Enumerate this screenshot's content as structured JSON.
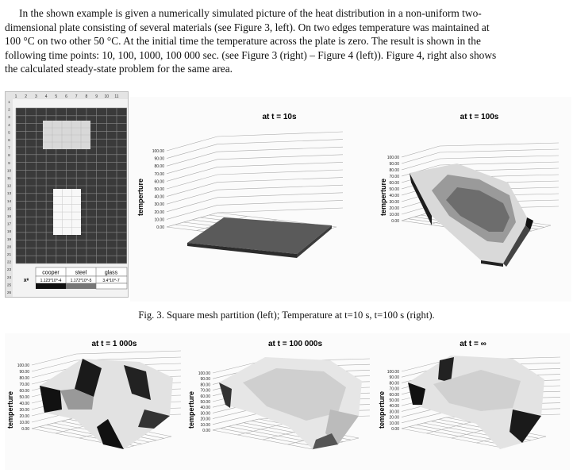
{
  "paragraph": {
    "line1": "In the shown example is given a numerically simulated picture of the heat distribution in a non-uniform two-",
    "line2": "dimensional plate consisting of several materials (see Figure 3, left). On two edges temperature was maintained at",
    "line3": "100 °C on two other 50 °C. At the initial time the temperature across the plate is zero. The result is shown in the",
    "line4": "following time points: 10, 100, 1000, 100 000 sec. (see Figure 3 (right) – Figure 4 (left)). Figure 4, right also shows",
    "line5": "the calculated steady-state problem for the same area."
  },
  "figure3": {
    "caption": "Fig. 3. Square mesh partition (left); Temperature at t=10 s, t=100 s (right).",
    "sheet": {
      "col_headers": [
        "1",
        "2",
        "3",
        "4",
        "5",
        "6",
        "7",
        "8",
        "9",
        "10",
        "11"
      ],
      "row_headers": [
        "1",
        "2",
        "3",
        "4",
        "5",
        "6",
        "7",
        "8",
        "9",
        "10",
        "11",
        "12",
        "13",
        "14",
        "15",
        "16",
        "17",
        "18",
        "19",
        "20",
        "21",
        "22",
        "23",
        "24",
        "25",
        "26"
      ],
      "materials": [
        "cooper",
        "steel",
        "glass"
      ],
      "x_label": "xᵉ",
      "values": [
        "1.123*10^-4",
        "1.172*10^-5",
        "3.4*10^-7"
      ]
    },
    "plot_t10": {
      "title": "at t = 10s",
      "ylabel": "temperture",
      "ticks": [
        "100.00",
        "90.00",
        "80.00",
        "70.00",
        "60.00",
        "50.00",
        "40.00",
        "30.00",
        "20.00",
        "10.00",
        "0.00"
      ]
    },
    "plot_t100": {
      "title": "at t = 100s",
      "ylabel": "temperture",
      "ticks": [
        "100.00",
        "90.00",
        "80.00",
        "70.00",
        "60.00",
        "50.00",
        "40.00",
        "30.00",
        "20.00",
        "10.00",
        "0.00"
      ]
    }
  },
  "figure4": {
    "plot_t1000": {
      "title": "at t = 1 000s",
      "ylabel": "temperture",
      "ticks": [
        "100.00",
        "90.00",
        "80.00",
        "70.00",
        "60.00",
        "50.00",
        "40.00",
        "30.00",
        "20.00",
        "10.00",
        "0.00"
      ]
    },
    "plot_t100000": {
      "title": "at t = 100 000s",
      "ylabel": "temperture",
      "ticks": [
        "100.00",
        "90.00",
        "80.00",
        "70.00",
        "60.00",
        "50.00",
        "40.00",
        "30.00",
        "20.00",
        "10.00",
        "0.00"
      ]
    },
    "plot_inf": {
      "title": "at t = ∞",
      "ylabel": "temperture",
      "ticks": [
        "100.00",
        "90.00",
        "80.00",
        "70.00",
        "60.00",
        "50.00",
        "40.00",
        "30.00",
        "20.00",
        "10.00",
        "0.00"
      ]
    }
  }
}
